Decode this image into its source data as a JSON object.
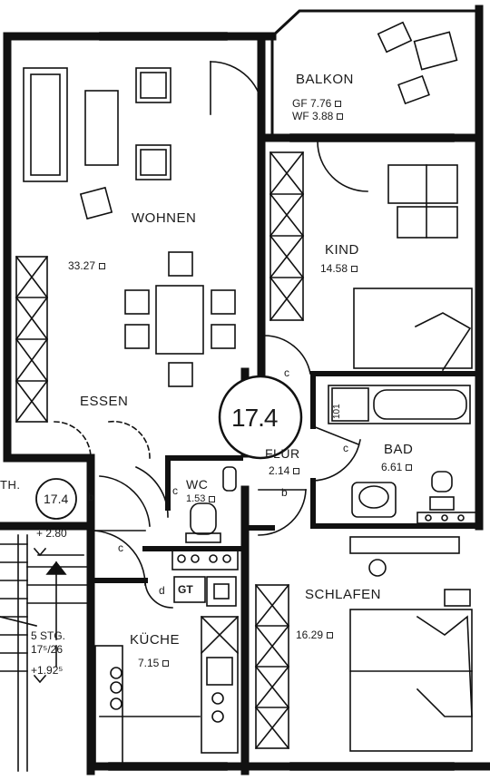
{
  "rooms": {
    "balkon": {
      "name": "BALKON",
      "gf": "GF 7.76",
      "wf": "WF 3.88"
    },
    "wohnen": {
      "name": "WOHNEN",
      "area": "33.27"
    },
    "essen": {
      "name": "ESSEN"
    },
    "kind": {
      "name": "KIND",
      "area": "14.58"
    },
    "flur": {
      "name": "FLUR",
      "area": "2.14"
    },
    "bad": {
      "name": "BAD",
      "area": "6.61"
    },
    "wc": {
      "name": "WC",
      "area": "1.53"
    },
    "kueche": {
      "name": "KÜCHE",
      "area": "7.15"
    },
    "schlafen": {
      "name": "SCHLAFEN",
      "area": "16.29"
    },
    "treppenhaus": {
      "name": "TH."
    }
  },
  "units": {
    "main": "17.4",
    "small": "17.4"
  },
  "door_marks": {
    "c": "c",
    "b": "b",
    "d": "d"
  },
  "fixtures": {
    "bathtub_label": "101",
    "appliance_label": "GT"
  },
  "stairs": {
    "level_upper": "+ 2.80",
    "steps_label": "5 STG.",
    "steps_ratio": "17⁵/26",
    "level_lower": "+1.92⁵"
  }
}
